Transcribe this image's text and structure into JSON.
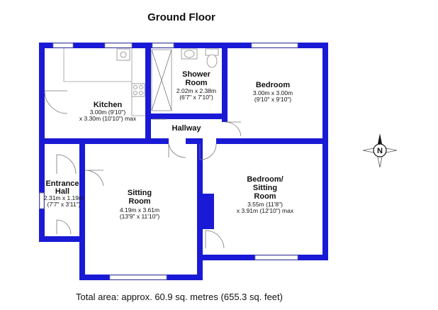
{
  "title": "Ground Floor",
  "total_area": "Total area: approx. 60.9 sq. metres (655.3 sq. feet)",
  "compass": {
    "label": "N"
  },
  "colors": {
    "wall": "#1a1ad6",
    "text": "#111111",
    "fixture": "#888888"
  },
  "rooms": {
    "kitchen": {
      "name": "Kitchen",
      "dim1": "3.00m (9'10\")",
      "dim2": "x 3.30m (10'10\") max"
    },
    "shower": {
      "name1": "Shower",
      "name2": "Room",
      "dim1": "2.02m x 2.38m",
      "dim2": "(6'7\" x 7'10\")"
    },
    "bedroom": {
      "name": "Bedroom",
      "dim1": "3.00m x 3.00m",
      "dim2": "(9'10\" x 9'10\")"
    },
    "hallway": {
      "name": "Hallway"
    },
    "entrance": {
      "name1": "Entrance",
      "name2": "Hall",
      "dim1": "2.31m x 1.19m",
      "dim2": "(7'7\" x 3'11\")"
    },
    "sitting": {
      "name1": "Sitting",
      "name2": "Room",
      "dim1": "4.19m x 3.61m",
      "dim2": "(13'9\" x 11'10\")"
    },
    "bed_sitting": {
      "name1": "Bedroom/",
      "name2": "Sitting",
      "name3": "Room",
      "dim1": "3.55m (11'8\")",
      "dim2": "x 3.91m (12'10\") max"
    }
  }
}
